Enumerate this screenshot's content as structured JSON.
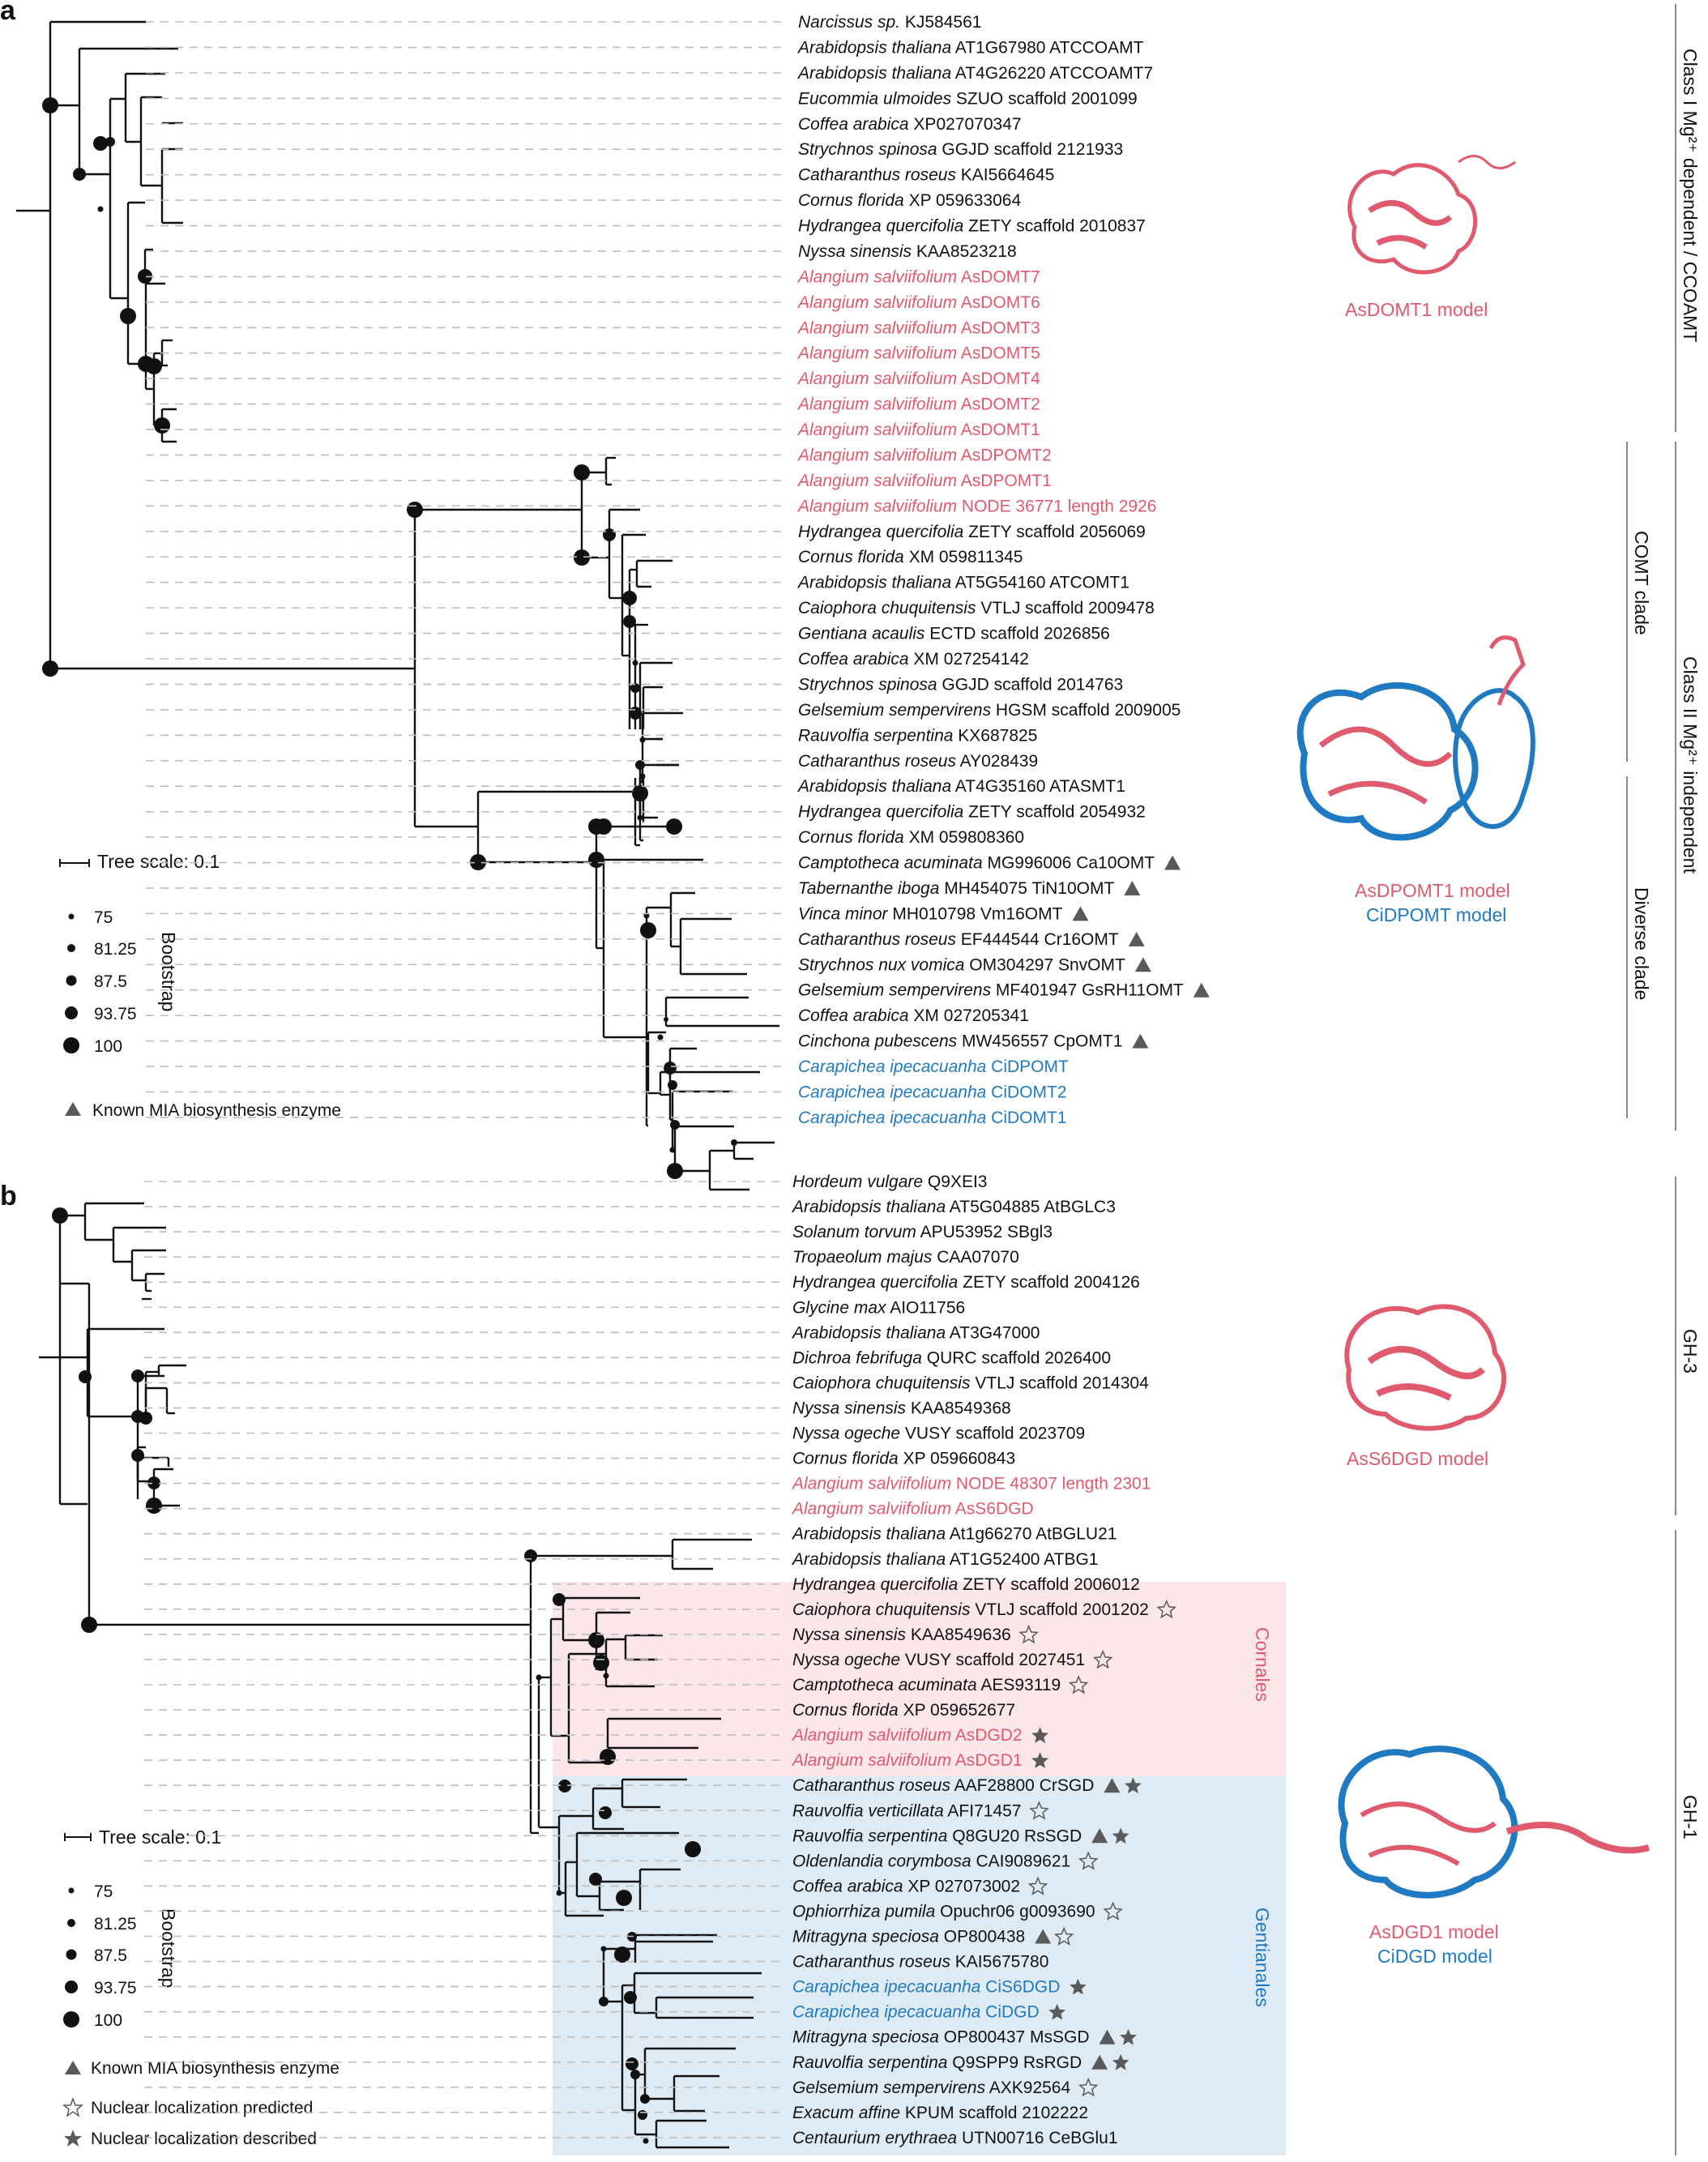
{
  "panels": {
    "a": {
      "label": "a",
      "leaves": [
        {
          "sp": "Narcissus sp.",
          "id": "KJ584561",
          "c": "k",
          "m": ""
        },
        {
          "sp": "Arabidopsis thaliana",
          "id": "AT1G67980 ATCCOAMT",
          "c": "k",
          "m": ""
        },
        {
          "sp": "Arabidopsis thaliana",
          "id": "AT4G26220 ATCCOAMT7",
          "c": "k",
          "m": ""
        },
        {
          "sp": "Eucommia ulmoides",
          "id": "SZUO scaffold 2001099",
          "c": "k",
          "m": ""
        },
        {
          "sp": "Coffea arabica",
          "id": "XP027070347",
          "c": "k",
          "m": ""
        },
        {
          "sp": "Strychnos spinosa",
          "id": "GGJD scaffold 2121933",
          "c": "k",
          "m": ""
        },
        {
          "sp": "Catharanthus roseus",
          "id": "KAI5664645",
          "c": "k",
          "m": ""
        },
        {
          "sp": "Cornus florida",
          "id": "XP 059633064",
          "c": "k",
          "m": ""
        },
        {
          "sp": "Hydrangea quercifolia",
          "id": "ZETY scaffold 2010837",
          "c": "k",
          "m": ""
        },
        {
          "sp": "Nyssa sinensis",
          "id": "KAA8523218",
          "c": "k",
          "m": ""
        },
        {
          "sp": "Alangium salviifolium",
          "id": "AsDOMT7",
          "c": "p",
          "m": ""
        },
        {
          "sp": "Alangium salviifolium",
          "id": "AsDOMT6",
          "c": "p",
          "m": ""
        },
        {
          "sp": "Alangium salviifolium",
          "id": "AsDOMT3",
          "c": "p",
          "m": ""
        },
        {
          "sp": "Alangium salviifolium",
          "id": "AsDOMT5",
          "c": "p",
          "m": ""
        },
        {
          "sp": "Alangium salviifolium",
          "id": "AsDOMT4",
          "c": "p",
          "m": ""
        },
        {
          "sp": "Alangium salviifolium",
          "id": "AsDOMT2",
          "c": "p",
          "m": ""
        },
        {
          "sp": "Alangium salviifolium",
          "id": "AsDOMT1",
          "c": "p",
          "m": ""
        },
        {
          "sp": "Alangium salviifolium",
          "id": "AsDPOMT2",
          "c": "p",
          "m": ""
        },
        {
          "sp": "Alangium salviifolium",
          "id": "AsDPOMT1",
          "c": "p",
          "m": ""
        },
        {
          "sp": "Alangium salviifolium",
          "id": "NODE 36771 length 2926",
          "c": "p",
          "m": ""
        },
        {
          "sp": "Hydrangea quercifolia",
          "id": "ZETY scaffold 2056069",
          "c": "k",
          "m": ""
        },
        {
          "sp": "Cornus florida",
          "id": "XM 059811345",
          "c": "k",
          "m": ""
        },
        {
          "sp": "Arabidopsis thaliana",
          "id": "AT5G54160 ATCOMT1",
          "c": "k",
          "m": ""
        },
        {
          "sp": "Caiophora chuquitensis",
          "id": "VTLJ scaffold 2009478",
          "c": "k",
          "m": ""
        },
        {
          "sp": "Gentiana acaulis",
          "id": "ECTD scaffold 2026856",
          "c": "k",
          "m": ""
        },
        {
          "sp": "Coffea arabica",
          "id": "XM 027254142",
          "c": "k",
          "m": ""
        },
        {
          "sp": "Strychnos spinosa",
          "id": "GGJD scaffold 2014763",
          "c": "k",
          "m": ""
        },
        {
          "sp": "Gelsemium sempervirens",
          "id": "HGSM scaffold 2009005",
          "c": "k",
          "m": ""
        },
        {
          "sp": "Rauvolfia serpentina",
          "id": "KX687825",
          "c": "k",
          "m": ""
        },
        {
          "sp": "Catharanthus roseus",
          "id": "AY028439",
          "c": "k",
          "m": ""
        },
        {
          "sp": "Arabidopsis thaliana",
          "id": "AT4G35160 ATASMT1",
          "c": "k",
          "m": ""
        },
        {
          "sp": "Hydrangea quercifolia",
          "id": "ZETY scaffold 2054932",
          "c": "k",
          "m": ""
        },
        {
          "sp": "Cornus florida",
          "id": "XM 059808360",
          "c": "k",
          "m": ""
        },
        {
          "sp": "Camptotheca acuminata",
          "id": "MG996006 Ca10OMT",
          "c": "k",
          "m": "T"
        },
        {
          "sp": "Tabernanthe iboga",
          "id": "MH454075 TiN10OMT",
          "c": "k",
          "m": "T"
        },
        {
          "sp": "Vinca minor",
          "id": "MH010798 Vm16OMT",
          "c": "k",
          "m": "T"
        },
        {
          "sp": "Catharanthus roseus",
          "id": "EF444544 Cr16OMT",
          "c": "k",
          "m": "T"
        },
        {
          "sp": "Strychnos nux vomica",
          "id": "OM304297 SnvOMT",
          "c": "k",
          "m": "T"
        },
        {
          "sp": "Gelsemium sempervirens",
          "id": "MF401947 GsRH11OMT",
          "c": "k",
          "m": "T"
        },
        {
          "sp": "Coffea arabica",
          "id": "XM 027205341",
          "c": "k",
          "m": ""
        },
        {
          "sp": "Cinchona pubescens",
          "id": "MW456557 CpOMT1",
          "c": "k",
          "m": "T"
        },
        {
          "sp": "Carapichea ipecacuanha",
          "id": "CiDPOMT",
          "c": "b",
          "m": ""
        },
        {
          "sp": "Carapichea ipecacuanha",
          "id": "CiDOMT2",
          "c": "b",
          "m": ""
        },
        {
          "sp": "Carapichea ipecacuanha",
          "id": "CiDOMT1",
          "c": "b",
          "m": ""
        }
      ],
      "clade_labels": [
        "Class I Mg²⁺ dependent / CCOAMT",
        "COMT clade",
        "Class II Mg²⁺ independent",
        "Diverse clade"
      ],
      "models": [
        "AsDOMT1 model",
        "AsDPOMT1 model",
        "CiDPOMT model"
      ],
      "legend": {
        "tree_scale": "Tree scale: 0.1",
        "bootstrap_title": "Bootstrap",
        "bootstrap_values": [
          "75",
          "81.25",
          "87.5",
          "93.75",
          "100"
        ],
        "triangle_label": "Known MIA biosynthesis enzyme"
      }
    },
    "b": {
      "label": "b",
      "leaves": [
        {
          "sp": "Hordeum vulgare",
          "id": "Q9XEI3",
          "c": "k",
          "m": ""
        },
        {
          "sp": "Arabidopsis thaliana",
          "id": "AT5G04885 AtBGLC3",
          "c": "k",
          "m": ""
        },
        {
          "sp": "Solanum torvum",
          "id": "APU53952 SBgl3",
          "c": "k",
          "m": ""
        },
        {
          "sp": "Tropaeolum majus",
          "id": "CAA07070",
          "c": "k",
          "m": ""
        },
        {
          "sp": "Hydrangea quercifolia",
          "id": "ZETY scaffold 2004126",
          "c": "k",
          "m": ""
        },
        {
          "sp": "Glycine max",
          "id": "AIO11756",
          "c": "k",
          "m": ""
        },
        {
          "sp": "Arabidopsis thaliana",
          "id": "AT3G47000",
          "c": "k",
          "m": ""
        },
        {
          "sp": "Dichroa febrifuga",
          "id": "QURC scaffold 2026400",
          "c": "k",
          "m": ""
        },
        {
          "sp": "Caiophora chuquitensis",
          "id": "VTLJ scaffold 2014304",
          "c": "k",
          "m": ""
        },
        {
          "sp": "Nyssa sinensis",
          "id": "KAA8549368",
          "c": "k",
          "m": ""
        },
        {
          "sp": "Nyssa ogeche",
          "id": "VUSY scaffold 2023709",
          "c": "k",
          "m": ""
        },
        {
          "sp": "Cornus florida",
          "id": "XP 059660843",
          "c": "k",
          "m": ""
        },
        {
          "sp": "Alangium salviifolium",
          "id": "NODE 48307 length 2301",
          "c": "p",
          "m": ""
        },
        {
          "sp": "Alangium salviifolium",
          "id": "AsS6DGD",
          "c": "p",
          "m": ""
        },
        {
          "sp": "Arabidopsis thaliana",
          "id": "At1g66270 AtBGLU21",
          "c": "k",
          "m": ""
        },
        {
          "sp": "Arabidopsis thaliana",
          "id": "AT1G52400 ATBG1",
          "c": "k",
          "m": ""
        },
        {
          "sp": "Hydrangea quercifolia",
          "id": "ZETY scaffold 2006012",
          "c": "k",
          "m": ""
        },
        {
          "sp": "Caiophora chuquitensis",
          "id": "VTLJ scaffold 2001202",
          "c": "k",
          "m": "O"
        },
        {
          "sp": "Nyssa sinensis",
          "id": "KAA8549636",
          "c": "k",
          "m": "O"
        },
        {
          "sp": "Nyssa ogeche",
          "id": "VUSY scaffold 2027451",
          "c": "k",
          "m": "O"
        },
        {
          "sp": "Camptotheca acuminata",
          "id": "AES93119",
          "c": "k",
          "m": "O"
        },
        {
          "sp": "Cornus florida",
          "id": "XP 059652677",
          "c": "k",
          "m": ""
        },
        {
          "sp": "Alangium salviifolium",
          "id": "AsDGD2",
          "c": "p",
          "m": "S"
        },
        {
          "sp": "Alangium salviifolium",
          "id": "AsDGD1",
          "c": "p",
          "m": "S"
        },
        {
          "sp": "Catharanthus roseus",
          "id": "AAF28800 CrSGD",
          "c": "k",
          "m": "TS"
        },
        {
          "sp": "Rauvolfia verticillata",
          "id": "AFI71457",
          "c": "k",
          "m": "O"
        },
        {
          "sp": "Rauvolfia serpentina",
          "id": "Q8GU20 RsSGD",
          "c": "k",
          "m": "TS"
        },
        {
          "sp": "Oldenlandia corymbosa",
          "id": "CAI9089621",
          "c": "k",
          "m": "O"
        },
        {
          "sp": "Coffea arabica",
          "id": "XP 027073002",
          "c": "k",
          "m": "O"
        },
        {
          "sp": "Ophiorrhiza pumila",
          "id": "Opuchr06 g0093690",
          "c": "k",
          "m": "O"
        },
        {
          "sp": "Mitragyna speciosa",
          "id": "OP800438",
          "c": "k",
          "m": "TO"
        },
        {
          "sp": "Catharanthus roseus",
          "id": "KAI5675780",
          "c": "k",
          "m": ""
        },
        {
          "sp": "Carapichea ipecacuanha",
          "id": "CiS6DGD",
          "c": "b",
          "m": "S"
        },
        {
          "sp": "Carapichea ipecacuanha",
          "id": "CiDGD",
          "c": "b",
          "m": "S"
        },
        {
          "sp": "Mitragyna speciosa",
          "id": "OP800437 MsSGD",
          "c": "k",
          "m": "TS"
        },
        {
          "sp": "Rauvolfia serpentina",
          "id": "Q9SPP9 RsRGD",
          "c": "k",
          "m": "TS"
        },
        {
          "sp": "Gelsemium sempervirens",
          "id": "AXK92564",
          "c": "k",
          "m": "O"
        },
        {
          "sp": "Exacum affine",
          "id": "KPUM scaffold 2102222",
          "c": "k",
          "m": ""
        },
        {
          "sp": "Centaurium erythraea",
          "id": "UTN00716 CeBGlu1",
          "c": "k",
          "m": ""
        }
      ],
      "clade_labels": [
        "GH-3",
        "GH-1",
        "Cornales",
        "Gentianales"
      ],
      "models": [
        "AsS6DGD model",
        "AsDGD1 model",
        "CiDGD model"
      ],
      "legend": {
        "tree_scale": "Tree scale: 0.1",
        "bootstrap_title": "Bootstrap",
        "bootstrap_values": [
          "75",
          "81.25",
          "87.5",
          "93.75",
          "100"
        ],
        "triangle_label": "Known MIA biosynthesis enzyme",
        "open_star_label": "Nuclear localization predicted",
        "filled_star_label": "Nuclear localization described"
      }
    }
  },
  "colors": {
    "alangium": "#e05a6e",
    "carapichea": "#1f7ac2",
    "cornales_bg": "#fbe6ea",
    "gentianales_bg": "#deebf5",
    "marker": "#5a5a5a"
  }
}
